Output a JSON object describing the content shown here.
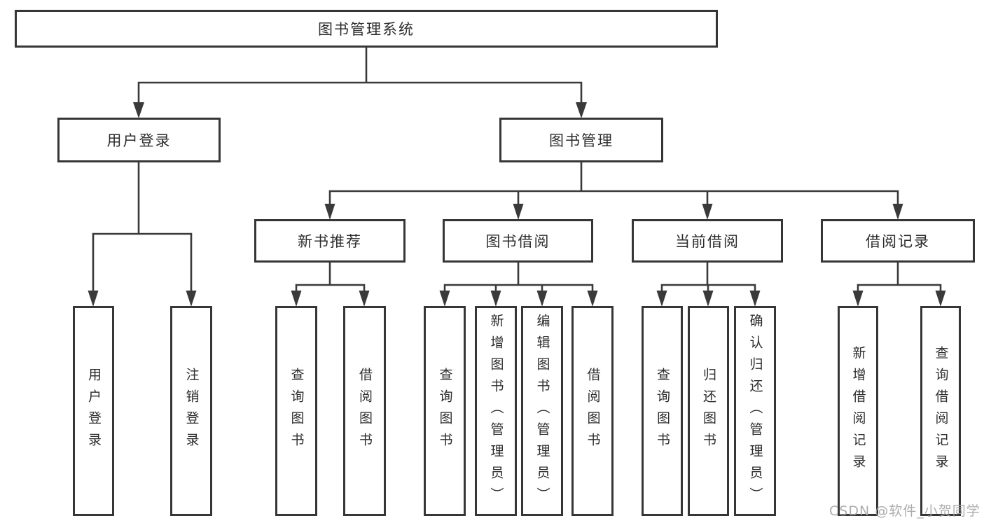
{
  "diagram": {
    "watermark": "CSDN @软件_小贺同学"
  },
  "colors": {
    "line": "#3a3a3a",
    "border": "#363636",
    "text": "#2d2d2d",
    "watermark": "#a6a6a6"
  },
  "nodes": {
    "root": "图书管理系统",
    "user_login": "用户登录",
    "book_mgmt": "图书管理",
    "new_book_rec": "新书推荐",
    "book_borrow": "图书借阅",
    "current_borrow": "当前借阅",
    "borrow_record": "借阅记录",
    "leaf_user_login": "用户登录",
    "leaf_logout": "注销登录",
    "leaf_query_book_1": "查询图书",
    "leaf_borrow_book_1": "借阅图书",
    "leaf_query_book_2": "查询图书",
    "leaf_add_book": "新增图书（管理员）",
    "leaf_edit_book": "编辑图书（管理员）",
    "leaf_borrow_book_2": "借阅图书",
    "leaf_query_book_3": "查询图书",
    "leaf_return_book": "归还图书",
    "leaf_confirm_return": "确认归还（管理员）",
    "leaf_add_record": "新增借阅记录",
    "leaf_query_record": "查询借阅记录"
  }
}
